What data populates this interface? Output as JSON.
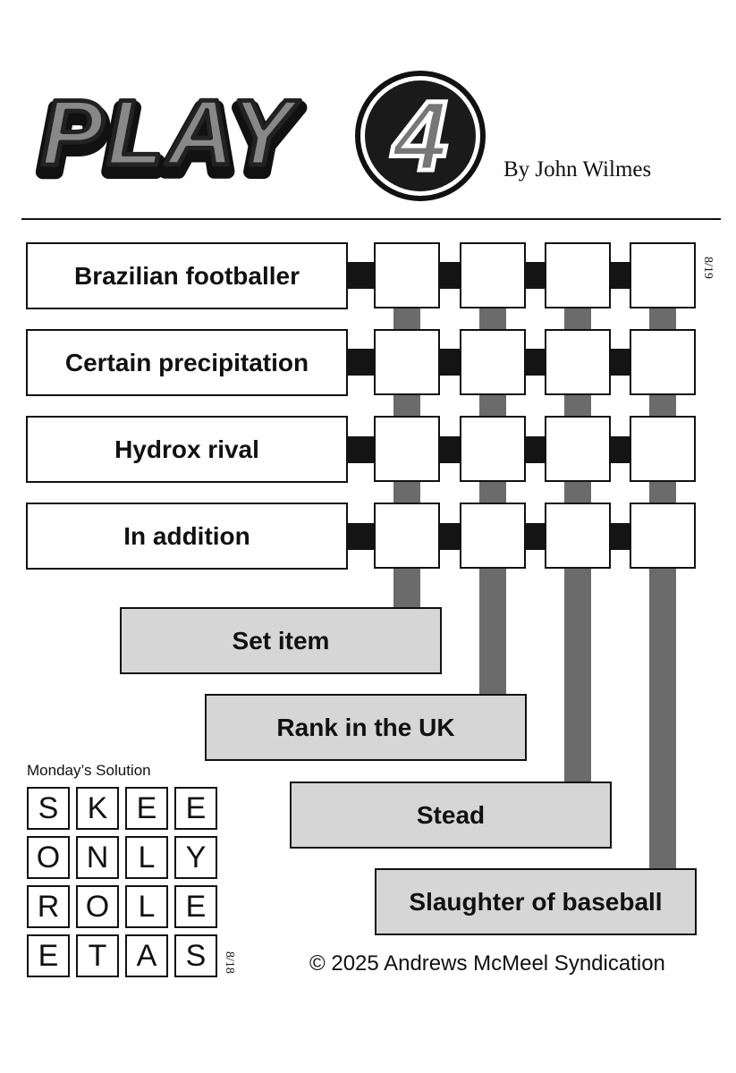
{
  "header": {
    "logo_text": "PLAY",
    "logo_number": "4",
    "byline": "By John Wilmes"
  },
  "puzzle": {
    "date": "8/19",
    "across": [
      {
        "clue": "Brazilian footballer"
      },
      {
        "clue": "Certain precipitation"
      },
      {
        "clue": "Hydrox rival"
      },
      {
        "clue": "In addition"
      }
    ],
    "down": [
      {
        "clue": "Set item"
      },
      {
        "clue": "Rank in the UK"
      },
      {
        "clue": "Stead"
      },
      {
        "clue": "Slaughter of baseball"
      }
    ]
  },
  "solution": {
    "title": "Monday’s Solution",
    "date": "8/18",
    "rows": [
      [
        "S",
        "K",
        "E",
        "E"
      ],
      [
        "O",
        "N",
        "L",
        "Y"
      ],
      [
        "R",
        "O",
        "L",
        "E"
      ],
      [
        "E",
        "T",
        "A",
        "S"
      ]
    ]
  },
  "footer": {
    "copyright": "© 2025 Andrews McMeel Syndication"
  }
}
